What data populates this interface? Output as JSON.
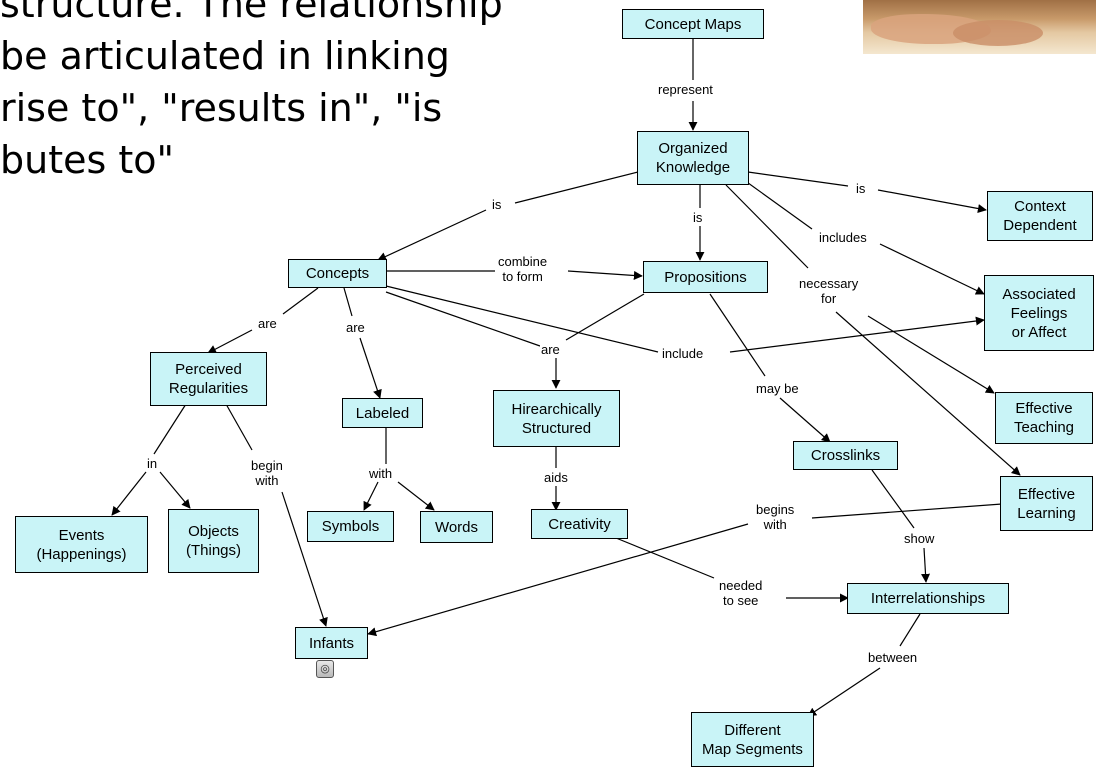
{
  "slide_text": [
    "structure. The relationship",
    "be articulated in linking",
    "rise to\", \"results in\", \"is",
    "butes to\""
  ],
  "nodes": {
    "concept_maps": "Concept Maps",
    "organized_knowledge": "Organized\nKnowledge",
    "context_dependent": "Context\nDependent",
    "concepts": "Concepts",
    "propositions": "Propositions",
    "associated_feelings": "Associated\nFeelings\nor Affect",
    "perceived_regularities": "Perceived\nRegularities",
    "labeled": "Labeled",
    "hierarchically_structured": "Hirearchically\nStructured",
    "effective_teaching": "Effective\nTeaching",
    "crosslinks": "Crosslinks",
    "effective_learning": "Effective\nLearning",
    "events": "Events\n(Happenings)",
    "objects": "Objects\n(Things)",
    "symbols": "Symbols",
    "words": "Words",
    "creativity": "Creativity",
    "interrelationships": "Interrelationships",
    "infants": "Infants",
    "different_map_segments": "Different\nMap Segments"
  },
  "links": {
    "represent": "represent",
    "is_left": "is",
    "is_mid": "is",
    "is_right": "is",
    "includes": "includes",
    "combine_to_form": "combine\nto form",
    "necessary_for": "necessary\nfor",
    "are_left": "are",
    "are_mid": "are",
    "are_center": "are",
    "include": "include",
    "may_be": "may be",
    "in": "in",
    "begin_with": "begin\nwith",
    "with": "with",
    "aids": "aids",
    "begins_with": "begins\nwith",
    "show": "show",
    "needed_to_see": "needed\nto see",
    "between": "between"
  },
  "colors": {
    "node_fill": "#c9f4f7",
    "node_border": "#000000",
    "line": "#000000"
  },
  "icons": {
    "concept_map_link": "cmap-resource-icon"
  }
}
